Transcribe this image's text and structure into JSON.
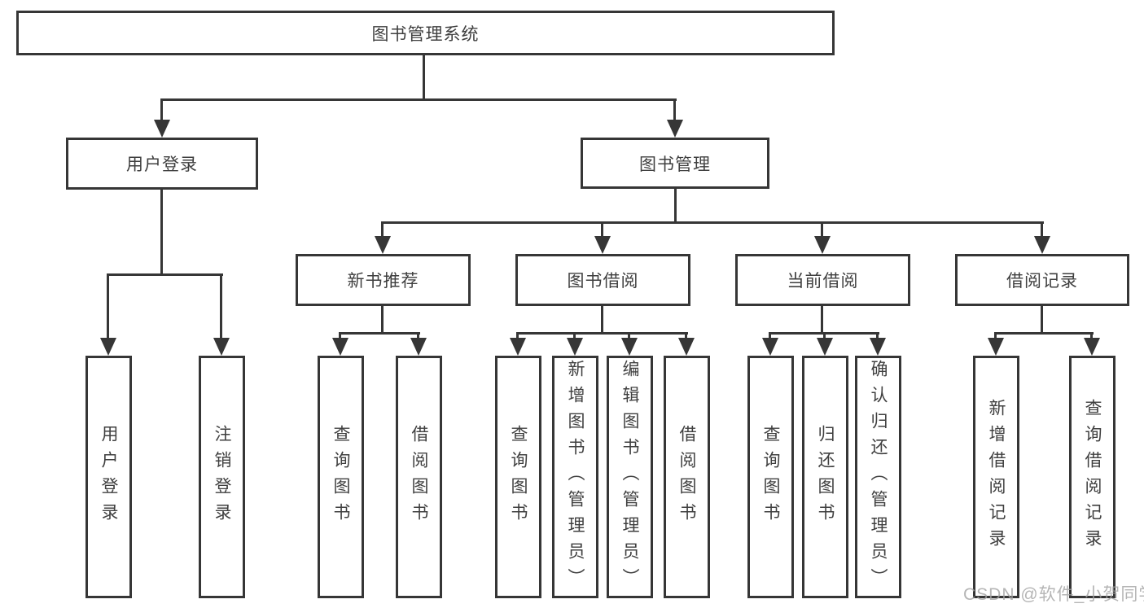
{
  "tree": {
    "label": "图书管理系统",
    "children": [
      {
        "label": "用户登录",
        "children": [
          {
            "label": "用户登录"
          },
          {
            "label": "注销登录"
          }
        ]
      },
      {
        "label": "图书管理",
        "children": [
          {
            "label": "新书推荐",
            "children": [
              {
                "label": "查询图书"
              },
              {
                "label": "借阅图书"
              }
            ]
          },
          {
            "label": "图书借阅",
            "children": [
              {
                "label": "查询图书"
              },
              {
                "label": "新增图书（管理员）"
              },
              {
                "label": "编辑图书（管理员）"
              },
              {
                "label": "借阅图书"
              }
            ]
          },
          {
            "label": "当前借阅",
            "children": [
              {
                "label": "查询图书"
              },
              {
                "label": "归还图书"
              },
              {
                "label": "确认归还（管理员）"
              }
            ]
          },
          {
            "label": "借阅记录",
            "children": [
              {
                "label": "新增借阅记录"
              },
              {
                "label": "查询借阅记录"
              }
            ]
          }
        ]
      }
    ]
  },
  "watermark": {
    "text": "CSDN @软件_小贺同学"
  },
  "colors": {
    "line": "#363636",
    "text": "#3f3f3f",
    "watermark": "#a3a3a3",
    "background": "#ffffff"
  }
}
